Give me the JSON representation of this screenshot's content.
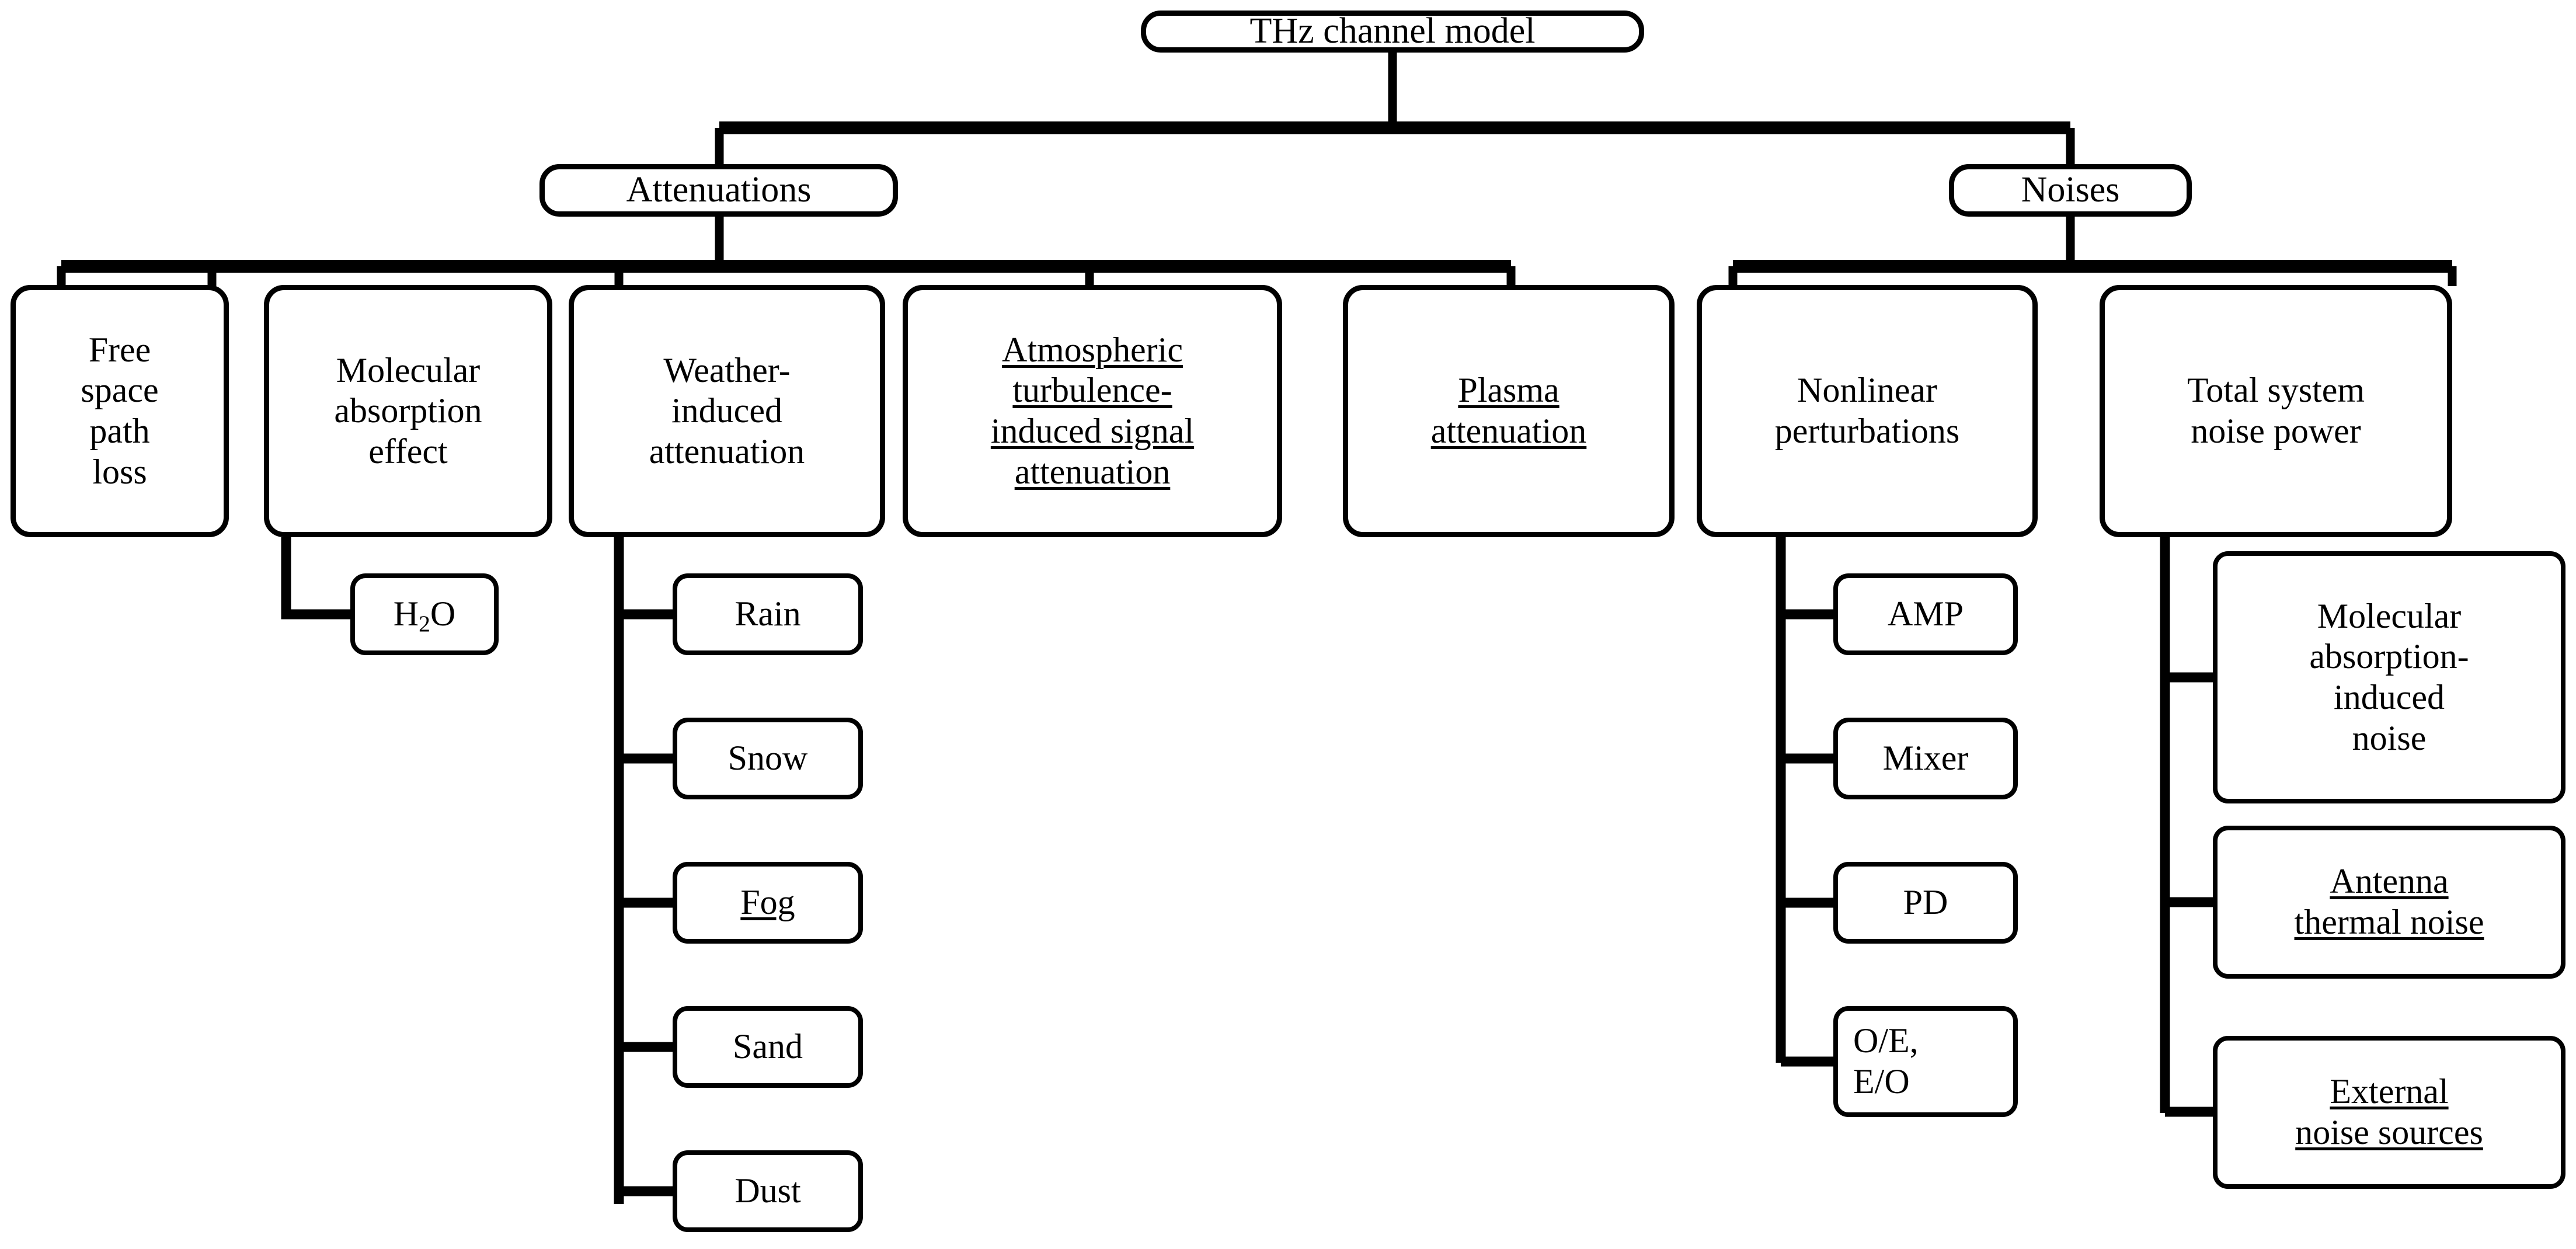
{
  "diagram": {
    "type": "tree",
    "title": "THz channel model",
    "orientation": "top-down",
    "style": {
      "line_color": "#000000",
      "node_fill": "#ffffff",
      "node_stroke": "#000000",
      "text_color": "#000000"
    },
    "root": {
      "label": "THz channel model",
      "underlined": false
    },
    "level2": [
      {
        "label": "Attenuations",
        "underlined": false
      },
      {
        "label": "Noises",
        "underlined": false
      }
    ],
    "attenuations_children": [
      {
        "label": "Free\nspace\npath\nloss",
        "underlined": false
      },
      {
        "label": "Molecular\nabsorption\neffect",
        "underlined": false
      },
      {
        "label": "Weather-\ninduced\nattenuation",
        "underlined": false
      },
      {
        "label": "Atmospheric\nturbulence-\ninduced signal\nattenuation",
        "underlined": true
      },
      {
        "label": "Plasma\nattenuation",
        "underlined": true
      }
    ],
    "molecular_children": [
      {
        "label": "H2O",
        "html": "H<sub>2</sub>O",
        "underlined": false
      }
    ],
    "weather_children": [
      {
        "label": "Rain",
        "underlined": false
      },
      {
        "label": "Snow",
        "underlined": false
      },
      {
        "label": "Fog",
        "underlined": true
      },
      {
        "label": "Sand",
        "underlined": false
      },
      {
        "label": "Dust",
        "underlined": false
      }
    ],
    "noises_children": [
      {
        "label": "Nonlinear\nperturbations",
        "underlined": false
      },
      {
        "label": "Total system\nnoise power",
        "underlined": false
      }
    ],
    "nonlinear_children": [
      {
        "label": "AMP",
        "underlined": false
      },
      {
        "label": "Mixer",
        "underlined": false
      },
      {
        "label": "PD",
        "underlined": false
      },
      {
        "label": "O/E,\nE/O",
        "underlined": false
      }
    ],
    "total_noise_children": [
      {
        "label": "Molecular\nabsorption-\ninduced\nnoise",
        "underlined": false
      },
      {
        "label": "Antenna\nthermal noise",
        "underlined": true
      },
      {
        "label": "External\nnoise sources",
        "underlined": true
      }
    ]
  }
}
